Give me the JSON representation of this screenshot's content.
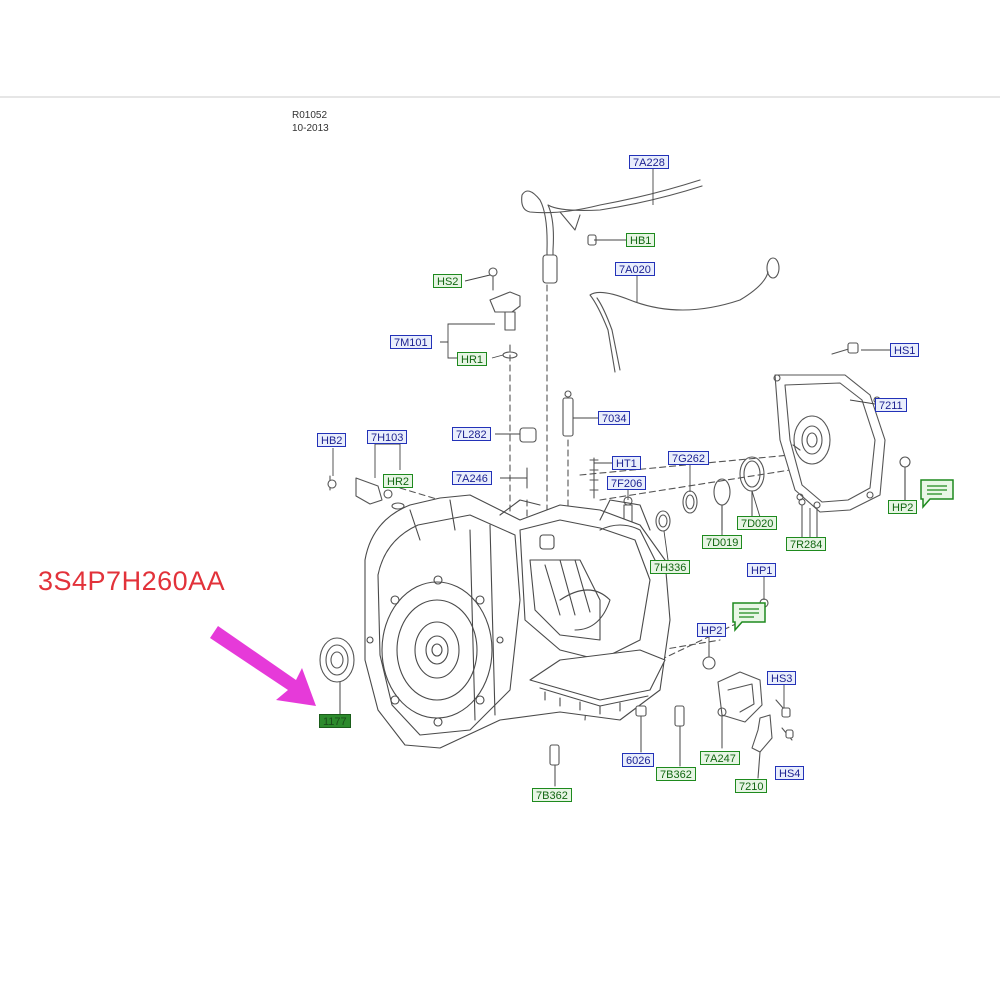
{
  "header": {
    "drawing_id": "R01052",
    "date": "10-2013"
  },
  "part_number": "3S4P7H260AA",
  "callouts": {
    "c7A228": "7A228",
    "cHB1": "HB1",
    "cHS2": "HS2",
    "c7A020": "7A020",
    "c7M101": "7M101",
    "cHR1": "HR1",
    "cHS1": "HS1",
    "c7211": "7211",
    "c7034": "7034",
    "c7L282": "7L282",
    "cHB2": "HB2",
    "c7H103": "7H103",
    "c7G262": "7G262",
    "cHT1": "HT1",
    "cHR2": "HR2",
    "c7A246": "7A246",
    "c7F206": "7F206",
    "cHP2a": "HP2",
    "c7D020": "7D020",
    "c7D019": "7D019",
    "c7R284": "7R284",
    "c7H336": "7H336",
    "cHP1": "HP1",
    "cHP2b": "HP2",
    "cHS3": "HS3",
    "c1177": "1177",
    "c6026": "6026",
    "c7B362a": "7B362",
    "c7A247": "7A247",
    "cHS4": "HS4",
    "c7210": "7210",
    "c7B362b": "7B362"
  },
  "colors": {
    "blue_label": "#2332b8",
    "green_label": "#1e8a1e",
    "highlight_label": "#2c8a2c",
    "part_number": "#e2323a",
    "arrow": "#e63ad9"
  }
}
